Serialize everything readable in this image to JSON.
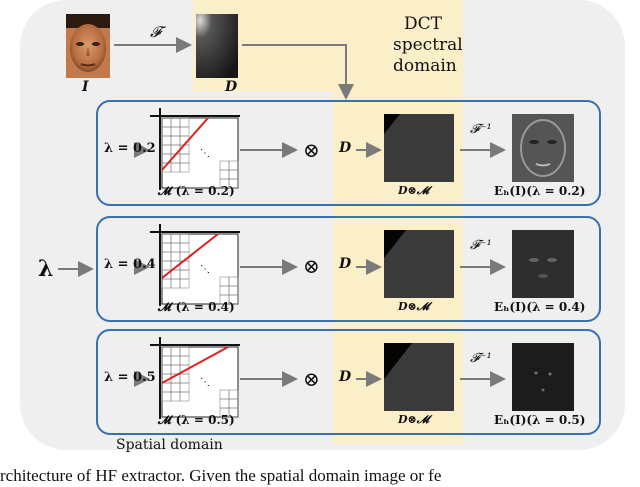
{
  "top": {
    "input_label": "I",
    "transform_symbol": "𝓕",
    "spectrum_label": "D",
    "dct_title_lines": [
      "DCT",
      "spectral",
      "domain"
    ]
  },
  "lambda_symbol": "λ",
  "rows": [
    {
      "lambda_label": "λ = 0.2",
      "mask_label": "𝓜 (λ = 0.2)",
      "otimes": "⊗",
      "d_label": "D",
      "masked_label": "D⊗𝓜",
      "inverse_symbol": "𝓕⁻¹",
      "output_label": "Eₕ(I)(λ = 0.2)"
    },
    {
      "lambda_label": "λ = 0.4",
      "mask_label": "𝓜 (λ = 0.4)",
      "otimes": "⊗",
      "d_label": "D",
      "masked_label": "D⊗𝓜",
      "inverse_symbol": "𝓕⁻¹",
      "output_label": "Eₕ(I)(λ = 0.4)"
    },
    {
      "lambda_label": "λ = 0.5",
      "mask_label": "𝓜 (λ = 0.5)",
      "otimes": "⊗",
      "d_label": "D",
      "masked_label": "D⊗𝓜",
      "inverse_symbol": "𝓕⁻¹",
      "output_label": "Eₕ(I)(λ = 0.5)"
    }
  ],
  "spatial_domain_label": "Spatial domain",
  "caption": "rchitecture of HF extractor. Given the spatial domain image or fe",
  "colors": {
    "panel": "#efefef",
    "dct_band": "#fbefc9",
    "row_border": "#3a6fb0",
    "arrow": "#7a7a7a",
    "diagonal": "#e02020"
  }
}
